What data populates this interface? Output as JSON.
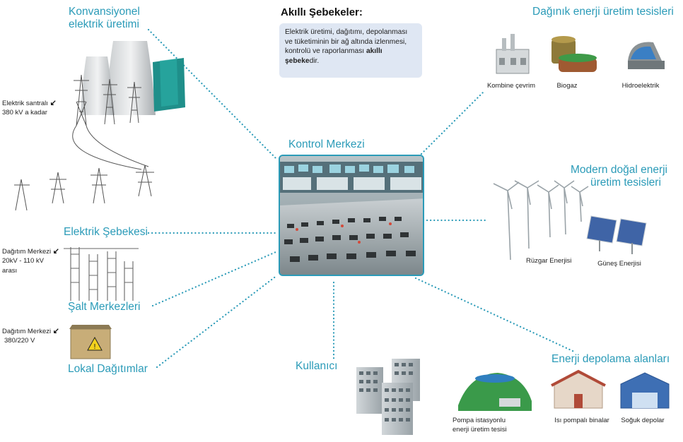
{
  "header": {
    "title": "Akıllı Şebekeler:",
    "description_prefix": "Elektrik üretimi, dağıtımı, depolanması ve tüketiminin bir ağ altında izlenmesi, kontrolü ve raporlanması ",
    "description_bold": "akıllı şebeke",
    "description_suffix": "dir."
  },
  "center": {
    "title": "Kontrol Merkezi"
  },
  "left": {
    "conventional_title_1": "Konvansiyonel",
    "conventional_title_2": "elektrik üretimi",
    "power_plant_note_1": "Elektrik santralı",
    "power_plant_note_2": "380 kV a kadar",
    "grid_title": "Elektrik Şebekesi",
    "distribution_note_1": "Dağıtım Merkezi",
    "distribution_note_2": "20kV - 110 kV",
    "distribution_note_3": "arası",
    "switch_title": "Şalt Merkezleri",
    "local_note_1": "Dağıtım Merkezi",
    "local_note_2": "380/220 V",
    "local_title": "Lokal Dağıtımlar"
  },
  "right": {
    "distributed_title": "Dağınık enerji üretim tesisleri",
    "distributed_items": [
      "Kombine çevrim",
      "Biogaz",
      "Hidroelektrik"
    ],
    "modern_title_1": "Modern doğal enerji",
    "modern_title_2": "üretim tesisleri",
    "wind_label": "Rüzgar Enerjisi",
    "solar_label": "Güneş Enerjisi",
    "storage_title": "Enerji depolama alanları",
    "storage_items": [
      "Pompa istasyonlu",
      "enerji üretim tesisi",
      "Isı pompalı binalar",
      "Soğuk depolar"
    ]
  },
  "bottom": {
    "consumer_title": "Kullanıcı"
  },
  "colors": {
    "accent": "#2b9bb8",
    "info_bg": "#dfe7f3",
    "dots": "#2b9bb8"
  }
}
